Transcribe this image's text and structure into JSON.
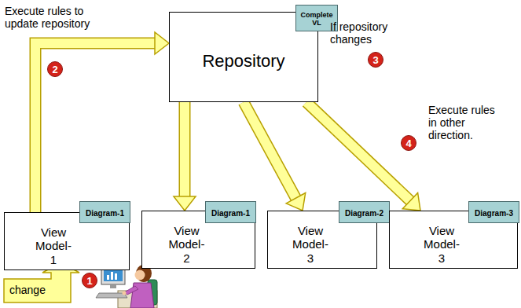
{
  "diagram": {
    "nodes": [
      {
        "text": [
          "Repository"
        ]
      },
      {
        "text": [
          "Complete VL"
        ],
        "in": 0
      },
      {
        "text": [
          "View Model-1"
        ]
      },
      {
        "text": [
          "Diagram-1"
        ],
        "in": 2
      },
      {
        "text": [
          "View Model-2"
        ]
      },
      {
        "text": [
          "Diagram-1"
        ],
        "in": 4
      },
      {
        "text": [
          "View Model-3"
        ]
      },
      {
        "text": [
          "Diagram-2"
        ],
        "in": 6
      },
      {
        "text": [
          "View Model-3"
        ]
      },
      {
        "text": [
          "Diagram-3"
        ],
        "in": 8
      }
    ],
    "edges": [
      {
        "from": 2,
        "to": 0,
        "arrow": "to"
      },
      {
        "from": 0,
        "to": 4,
        "arrow": "to"
      },
      {
        "from": 0,
        "to": 6,
        "arrow": "to"
      },
      {
        "from": 0,
        "to": 8,
        "arrow": "to"
      }
    ],
    "labels": [
      "Execute rules to update repository",
      "2",
      "If repository changes",
      "3",
      "Execute rules in other direction.",
      "4",
      "change",
      "1"
    ]
  }
}
